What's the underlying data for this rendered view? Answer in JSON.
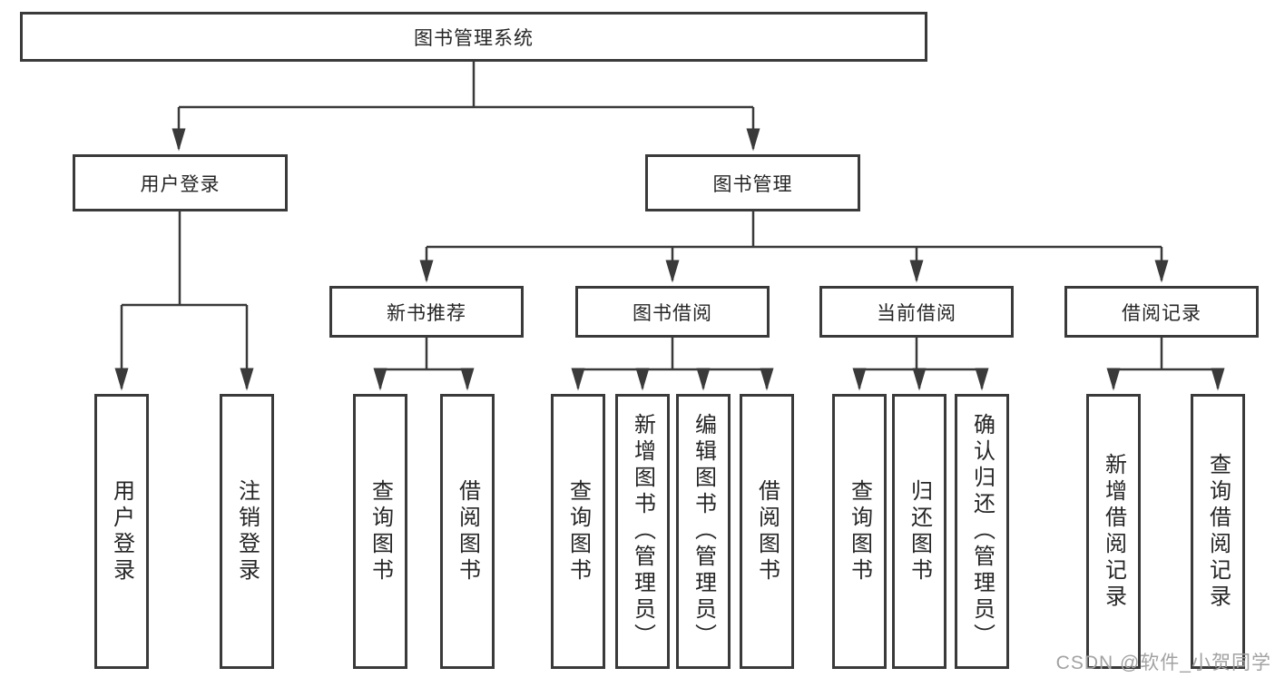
{
  "tree": {
    "label": "图书管理系统",
    "children": [
      {
        "label": "用户登录",
        "children": [
          {
            "label": "用户登录"
          },
          {
            "label": "注销登录"
          }
        ]
      },
      {
        "label": "图书管理",
        "children": [
          {
            "label": "新书推荐",
            "children": [
              {
                "label": "查询图书"
              },
              {
                "label": "借阅图书"
              }
            ]
          },
          {
            "label": "图书借阅",
            "children": [
              {
                "label": "查询图书"
              },
              {
                "label": "新增图书（管理员）"
              },
              {
                "label": "编辑图书（管理员）"
              },
              {
                "label": "借阅图书"
              }
            ]
          },
          {
            "label": "当前借阅",
            "children": [
              {
                "label": "查询图书"
              },
              {
                "label": "归还图书"
              },
              {
                "label": "确认归还（管理员）"
              }
            ]
          },
          {
            "label": "借阅记录",
            "children": [
              {
                "label": "新增借阅记录"
              },
              {
                "label": "查询借阅记录"
              }
            ]
          }
        ]
      }
    ]
  },
  "watermark": "CSDN @软件_小贺同学",
  "colors": {
    "line": "#3a3a3a",
    "box_border": "#3a3a3a",
    "text": "#262626",
    "watermark": "#a2a2a2"
  }
}
